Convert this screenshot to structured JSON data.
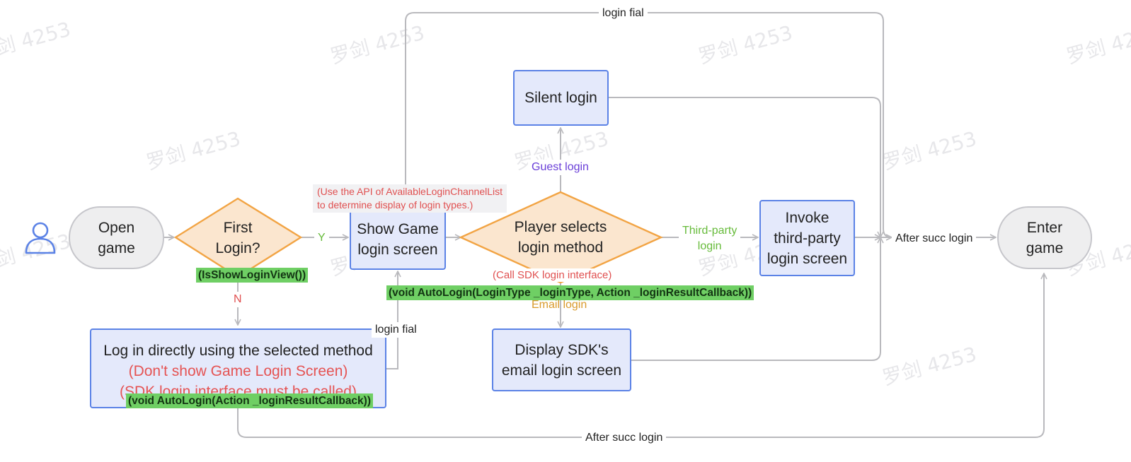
{
  "watermark": "罗剑 4253",
  "nodes": {
    "open_game": [
      "Open",
      "game"
    ],
    "first_login": [
      "First",
      "Login?"
    ],
    "show_game_login": [
      "Show Game",
      "login screen"
    ],
    "player_selects": [
      "Player selects",
      "login method"
    ],
    "silent_login": "Silent login",
    "invoke_third_party": [
      "Invoke",
      "third-party",
      "login screen"
    ],
    "enter_game": [
      "Enter",
      "game"
    ],
    "display_sdk_email": [
      "Display SDK's",
      "email login screen"
    ],
    "log_in_directly": {
      "title": "Log in directly using the selected method",
      "note1": "(Don't show Game Login Screen)",
      "note2": "(SDK login interface must be called)"
    }
  },
  "edge_labels": {
    "yes": "Y",
    "no": "N",
    "guest_login": "Guest login",
    "third_party_login": [
      "Third-party",
      "login"
    ],
    "email_login": "Email login",
    "login_fail_top": "login fial",
    "login_fail_mid": "login fial",
    "after_succ_right": "After succ login",
    "after_succ_bottom": "After succ login"
  },
  "annotations": {
    "is_show_login_view": "(IsShowLoginView())",
    "api_note": [
      "(Use the API of AvailableLoginChannelList",
      "to determine display of login types.)"
    ],
    "call_sdk": "(Call SDK login interface)",
    "auto_login_full": "(void AutoLogin(LoginType _loginType, Action _loginResultCallback))",
    "auto_login_short": "(void AutoLogin(Action _loginResultCallback))"
  },
  "colors": {
    "rect_fill": "#e4e9fb",
    "rect_border": "#5b82e6",
    "diamond_fill": "#fbe6cf",
    "diamond_border": "#f2a444",
    "pill_fill": "#eeeeef",
    "pill_border": "#c6c6cb",
    "edge": "#b9b9bd",
    "code_bg": "#6fcf64",
    "note_red": "#e05050",
    "label_yes_green": "#66bb3a",
    "label_no_red": "#e05050",
    "label_guest_purple": "#6a3fd8",
    "label_email_orange": "#d99a2b",
    "user_icon": "#5b82e6"
  }
}
